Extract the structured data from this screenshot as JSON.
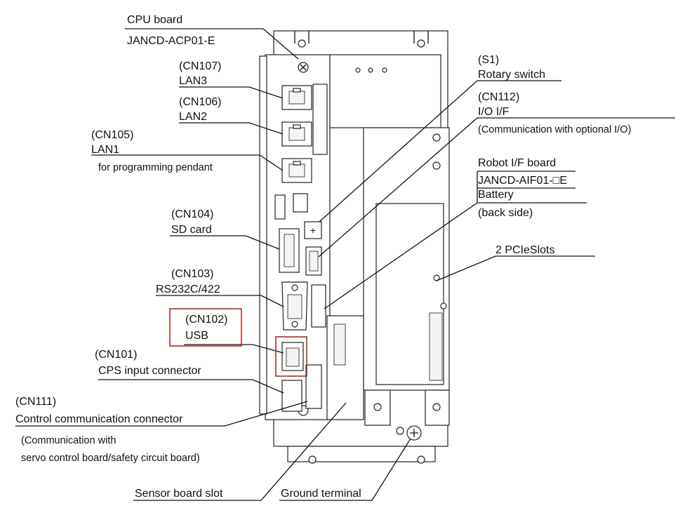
{
  "highlight_color": "#b02a2a",
  "labels": {
    "cpu_board_title": "CPU board",
    "cpu_board_model": "JANCD-ACP01-E",
    "cn107_id": "(CN107)",
    "cn107_name": "LAN3",
    "cn106_id": "(CN106)",
    "cn106_name": "LAN2",
    "cn105_id": "(CN105)",
    "cn105_name": "LAN1",
    "cn105_note": "for programming pendant",
    "cn104_id": "(CN104)",
    "cn104_name": "SD card",
    "cn103_id": "(CN103)",
    "cn103_name": "RS232C/422",
    "cn102_id": "(CN102)",
    "cn102_name": "USB",
    "cn101_id": "(CN101)",
    "cn101_name": "CPS input connector",
    "cn111_id": "(CN111)",
    "cn111_name": "Control communication connector",
    "cn111_note_1": "(Communication with",
    "cn111_note_2": "servo control board/safety circuit board)",
    "sensor_slot": "Sensor board slot",
    "ground": "Ground terminal",
    "s1_id": "(S1)",
    "s1_name": "Rotary switch",
    "cn112_id": "(CN112)",
    "cn112_name": "I/O I/F",
    "cn112_note": "(Communication with optional I/O)",
    "robot_if_title": "Robot I/F board",
    "robot_if_model": "JANCD-AIF01-□E",
    "battery": "Battery",
    "battery_note": "(back side)",
    "pcie": "2 PCIeSlots"
  }
}
